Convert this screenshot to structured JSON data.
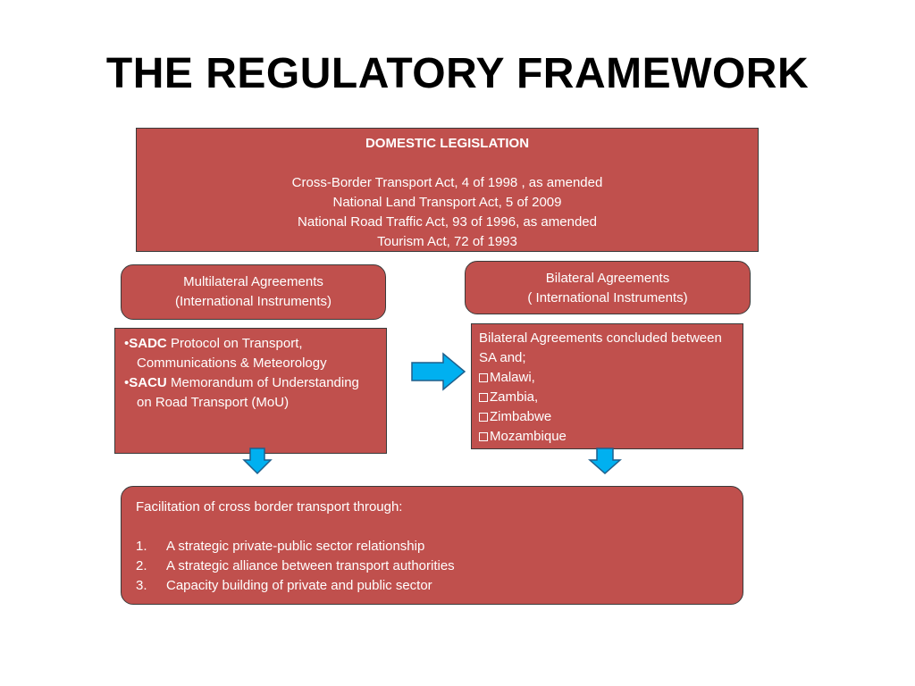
{
  "title": "THE REGULATORY FRAMEWORK",
  "domestic": {
    "heading": "DOMESTIC LEGISLATION",
    "acts": [
      "Cross-Border Transport Act, 4 of 1998 , as amended",
      "National Land Transport Act, 5 of 2009",
      "National Road Traffic Act, 93 of 1996, as amended",
      "Tourism Act, 72 of 1993"
    ]
  },
  "multilateral": {
    "line1": "Multilateral Agreements",
    "line2": "(International Instruments)",
    "items": [
      {
        "bold": "SADC",
        "text": " Protocol on Transport, Communications & Meteorology"
      },
      {
        "bold": "SACU",
        "text": " Memorandum of Understanding on Road Transport (MoU)"
      }
    ]
  },
  "bilateral": {
    "line1": "Bilateral Agreements",
    "line2": "( International Instruments)",
    "intro": "Bilateral Agreements concluded between SA and;",
    "countries": [
      "Malawi,",
      "Zambia,",
      "Zimbabwe",
      "Mozambique"
    ]
  },
  "facilitation": {
    "intro": "Facilitation of cross border transport through:",
    "items": [
      {
        "num": "1.",
        "text": "A strategic private-public sector relationship"
      },
      {
        "num": "2.",
        "text": "A strategic alliance between transport authorities"
      },
      {
        "num": "3.",
        "text": "Capacity building of private and public sector"
      }
    ]
  },
  "colors": {
    "box_fill": "#c0504d",
    "box_border": "#3a3a3a",
    "arrow_fill": "#00b0f0",
    "arrow_stroke": "#1f5f8b"
  }
}
